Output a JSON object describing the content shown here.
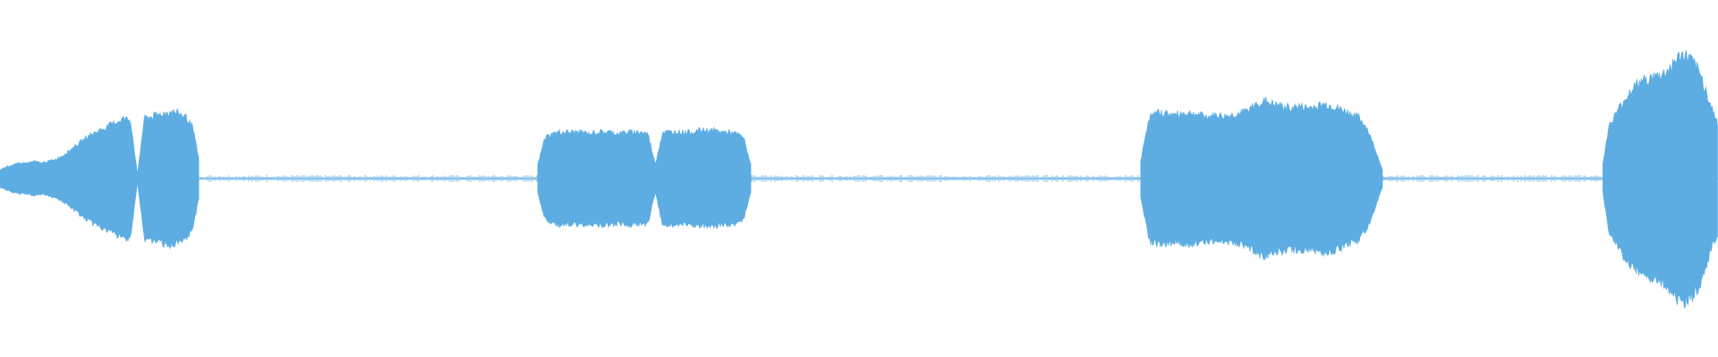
{
  "waveform": {
    "color": "#5dade2",
    "baseline_level": 0.008,
    "duration_fraction_total": 1.0,
    "segments": [
      {
        "name": "segment-1",
        "start": 0.0,
        "end": 0.116,
        "envelope": [
          0.05,
          0.07,
          0.08,
          0.09,
          0.09,
          0.1,
          0.09,
          0.1,
          0.11,
          0.13,
          0.16,
          0.19,
          0.22,
          0.25,
          0.27,
          0.29,
          0.31,
          0.33,
          0.35,
          0.34,
          0.02,
          0.35,
          0.36,
          0.37,
          0.38,
          0.39,
          0.38,
          0.36,
          0.3,
          0.1
        ]
      },
      {
        "name": "segment-2",
        "start": 0.313,
        "end": 0.437,
        "envelope": [
          0.08,
          0.24,
          0.26,
          0.27,
          0.27,
          0.27,
          0.27,
          0.26,
          0.27,
          0.27,
          0.27,
          0.26,
          0.27,
          0.27,
          0.27,
          0.26,
          0.08,
          0.27,
          0.27,
          0.27,
          0.27,
          0.27,
          0.28,
          0.28,
          0.28,
          0.27,
          0.27,
          0.26,
          0.24,
          0.08
        ]
      },
      {
        "name": "segment-3",
        "start": 0.664,
        "end": 0.805,
        "envelope": [
          0.1,
          0.36,
          0.38,
          0.38,
          0.37,
          0.38,
          0.38,
          0.37,
          0.36,
          0.37,
          0.36,
          0.37,
          0.38,
          0.4,
          0.44,
          0.45,
          0.43,
          0.42,
          0.41,
          0.42,
          0.41,
          0.42,
          0.43,
          0.42,
          0.4,
          0.38,
          0.36,
          0.3,
          0.18,
          0.04
        ]
      },
      {
        "name": "segment-4",
        "start": 0.933,
        "end": 1.0,
        "envelope": [
          0.08,
          0.3,
          0.36,
          0.42,
          0.47,
          0.52,
          0.55,
          0.57,
          0.58,
          0.59,
          0.6,
          0.62,
          0.66,
          0.7,
          0.72,
          0.7,
          0.66,
          0.6,
          0.5,
          0.4,
          0.32
        ]
      }
    ]
  }
}
